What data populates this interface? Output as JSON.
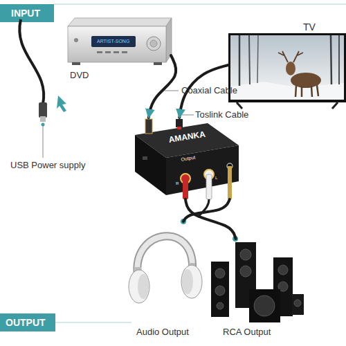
{
  "diagram": {
    "nodes": [
      {
        "text": [
          "DVD",
          "ARTIST-SONG"
        ]
      },
      {
        "text": [
          "TV"
        ]
      },
      {
        "text": [
          "AMANKA",
          "Output",
          "R",
          "L"
        ]
      },
      {
        "text": [
          "Audio Output"
        ]
      },
      {
        "text": [
          "RCA Output"
        ]
      }
    ],
    "edges": [
      {
        "from": 0,
        "to": 2,
        "label": "Coaxial Cable",
        "arrow": "to"
      },
      {
        "from": 1,
        "to": 2,
        "label": "Toslink Cable",
        "arrow": "to"
      },
      {
        "from": 2,
        "to": 3,
        "arrow": "none"
      },
      {
        "from": 2,
        "to": 4,
        "arrow": "none"
      }
    ],
    "labels": [
      "INPUT",
      "USB Power supply",
      "OUTPUT"
    ]
  }
}
